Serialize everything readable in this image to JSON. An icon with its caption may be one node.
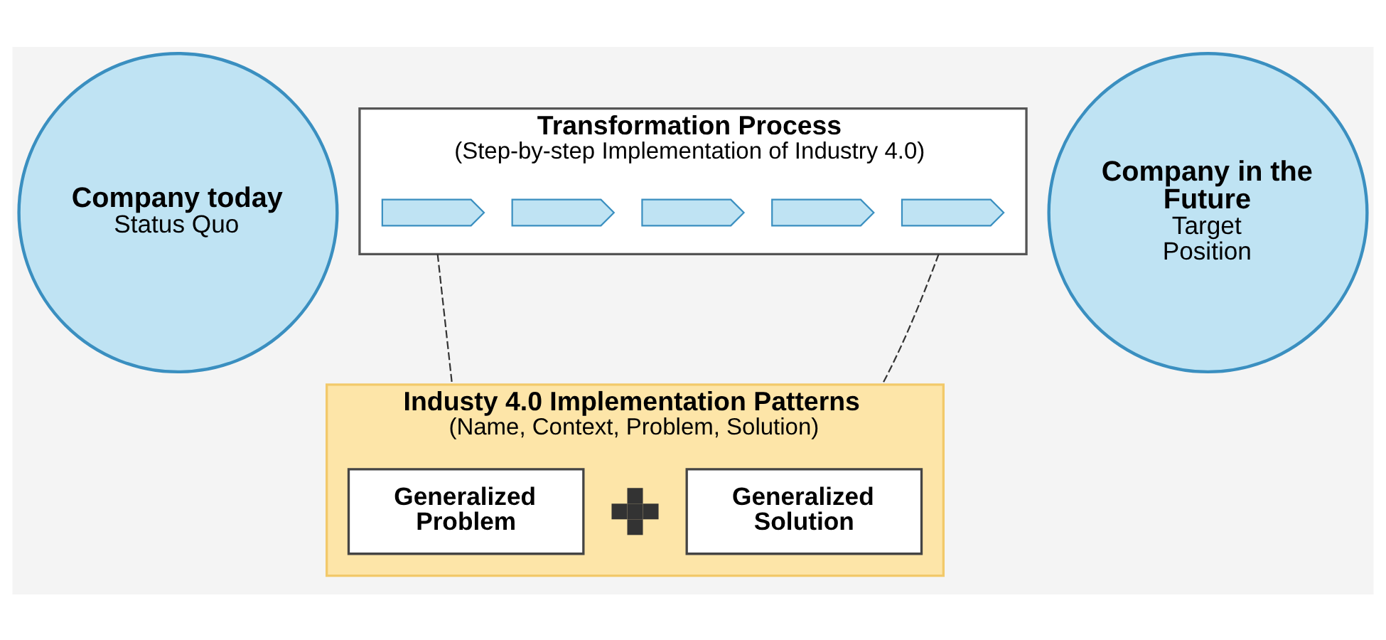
{
  "diagram": {
    "nodes": [
      {
        "text": [
          "Company today",
          "Status Quo"
        ]
      },
      {
        "text": [
          "Transformation Process",
          "(Step-by-step Implementation of Industry 4.0)"
        ]
      },
      {
        "text": [],
        "shape": "chevron",
        "in": 1
      },
      {
        "text": [],
        "shape": "chevron",
        "in": 1
      },
      {
        "text": [],
        "shape": "chevron",
        "in": 1
      },
      {
        "text": [],
        "shape": "chevron",
        "in": 1
      },
      {
        "text": [],
        "shape": "chevron",
        "in": 1
      },
      {
        "text": [
          "Company in the Future",
          "Target Position"
        ]
      },
      {
        "text": [
          "Industy 4.0 Implementation Patterns",
          "(Name, Context, Problem, Solution)"
        ]
      },
      {
        "text": [
          "Generalized Problem"
        ],
        "in": 8
      },
      {
        "text": [],
        "shape": "plus",
        "in": 8
      },
      {
        "text": [
          "Generalized Solution"
        ],
        "in": 8
      }
    ],
    "edges": [
      {
        "from": 1,
        "to": 8,
        "arrow": "none",
        "style": "dashed"
      },
      {
        "from": 1,
        "to": 8,
        "arrow": "none",
        "style": "dashed"
      }
    ]
  }
}
